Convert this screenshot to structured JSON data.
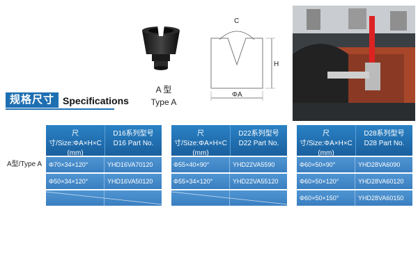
{
  "heading": {
    "cn": "规格尺寸",
    "en": "Specifications"
  },
  "type_caption": {
    "cn": "A 型",
    "en": "Type A"
  },
  "diagram": {
    "angle_label": "C",
    "height_label": "H",
    "width_label": "ΦA"
  },
  "row_label": "A型/Type A",
  "tables": [
    {
      "col1_header": [
        "尺寸/Size:ΦA×H×C",
        "(mm)"
      ],
      "col2_header": [
        "D16系列型号",
        "D16 Part No."
      ],
      "rows": [
        [
          "Φ70×34×120°",
          "YHD16VA70120"
        ],
        [
          "Φ50×34×120°",
          "YHD16VA50120"
        ]
      ]
    },
    {
      "col1_header": [
        "尺寸/Size:ΦA×H×C",
        "(mm)"
      ],
      "col2_header": [
        "D22系列型号",
        "D22 Part No."
      ],
      "rows": [
        [
          "Φ55×40×90°",
          "YHD22VA5590"
        ],
        [
          "Φ55×34×120°",
          "YHD22VA55120"
        ]
      ]
    },
    {
      "col1_header": [
        "尺寸/Size:ΦA×H×C",
        "(mm)"
      ],
      "col2_header": [
        "D28系列型号",
        "D28 Part No."
      ],
      "rows": [
        [
          "Φ60×50×90°",
          "YHD28VA6090"
        ],
        [
          "Φ60×50×120°",
          "YHD28VA60120"
        ],
        [
          "Φ60×50×150°",
          "YHD28VA60150"
        ]
      ]
    }
  ]
}
